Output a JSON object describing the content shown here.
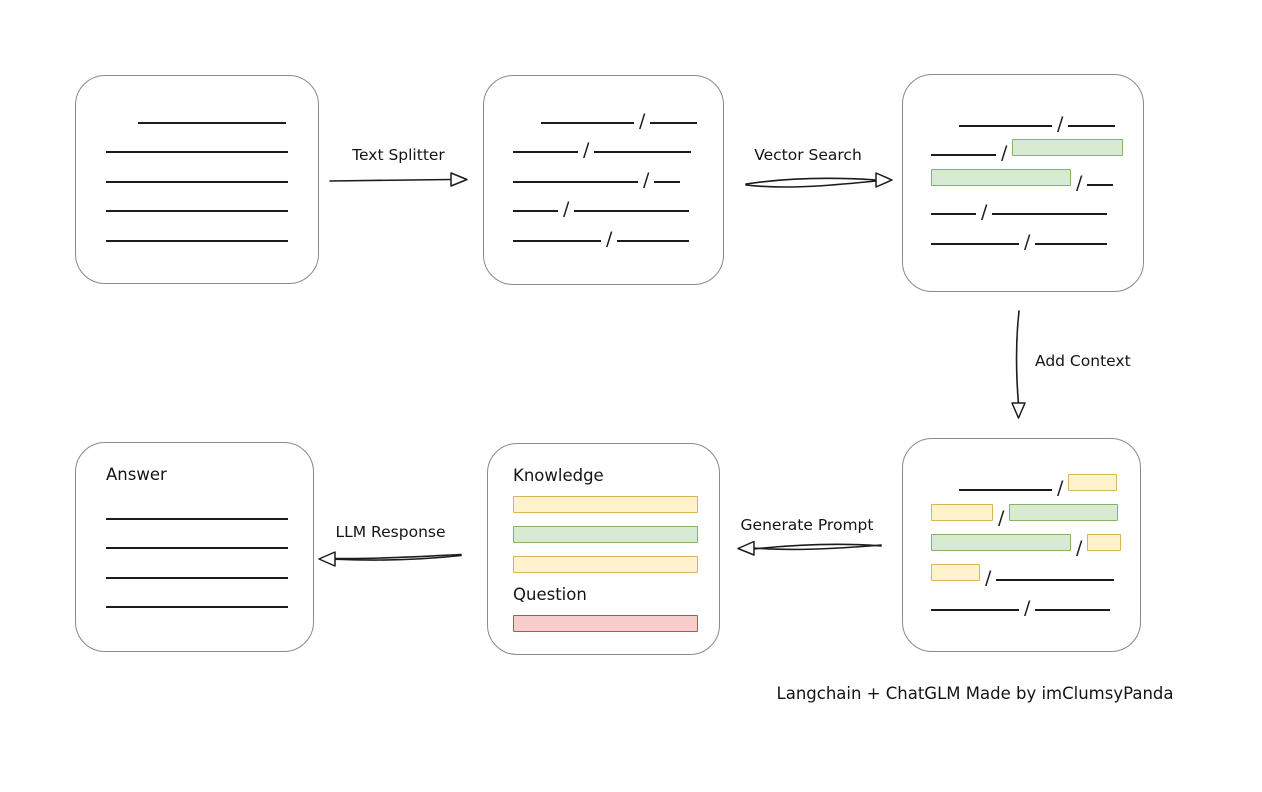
{
  "caption": "Langchain + ChatGLM Made by imClumsyPanda",
  "labels": {
    "text_splitter": "Text Splitter",
    "vector_search": "Vector Search",
    "add_context": "Add Context",
    "generate_prompt": "Generate Prompt",
    "llm_response": "LLM Response"
  },
  "colors": {
    "green_fill": "#d9ead3",
    "green_border": "#82b366",
    "yellow_fill": "#fff2cc",
    "yellow_border": "#d6b656",
    "red_fill": "#f8cecc",
    "red_border": "#b85450",
    "stroke": "#1c1c1c",
    "box_border": "#8a8a8a"
  },
  "boxes": {
    "document": {
      "rows": [
        {
          "indent": 32,
          "segments": [
            {
              "t": "line",
              "w": 148
            }
          ]
        },
        {
          "segments": [
            {
              "t": "line",
              "w": 182
            }
          ]
        },
        {
          "segments": [
            {
              "t": "line",
              "w": 182
            }
          ]
        },
        {
          "segments": [
            {
              "t": "line",
              "w": 182
            }
          ]
        },
        {
          "segments": [
            {
              "t": "line",
              "w": 182
            }
          ]
        }
      ]
    },
    "split_text": {
      "rows": [
        {
          "indent": 28,
          "segments": [
            {
              "t": "line",
              "w": 93
            },
            {
              "t": "slash"
            },
            {
              "t": "line",
              "w": 47
            }
          ]
        },
        {
          "segments": [
            {
              "t": "line",
              "w": 65
            },
            {
              "t": "slash"
            },
            {
              "t": "line",
              "w": 97
            }
          ]
        },
        {
          "segments": [
            {
              "t": "line",
              "w": 125
            },
            {
              "t": "slash"
            },
            {
              "t": "line",
              "w": 26
            }
          ]
        },
        {
          "segments": [
            {
              "t": "line",
              "w": 45
            },
            {
              "t": "slash"
            },
            {
              "t": "line",
              "w": 115
            }
          ]
        },
        {
          "segments": [
            {
              "t": "line",
              "w": 88
            },
            {
              "t": "slash"
            },
            {
              "t": "line",
              "w": 72
            }
          ]
        }
      ]
    },
    "matched_text": {
      "rows": [
        {
          "indent": 28,
          "segments": [
            {
              "t": "line",
              "w": 93
            },
            {
              "t": "slash"
            },
            {
              "t": "line",
              "w": 47
            }
          ]
        },
        {
          "segments": [
            {
              "t": "line",
              "w": 65
            },
            {
              "t": "slash"
            },
            {
              "t": "green",
              "w": 109
            }
          ]
        },
        {
          "segments": [
            {
              "t": "green",
              "w": 138
            },
            {
              "t": "slash"
            },
            {
              "t": "line",
              "w": 26
            }
          ]
        },
        {
          "segments": [
            {
              "t": "line",
              "w": 45
            },
            {
              "t": "slash"
            },
            {
              "t": "line",
              "w": 115
            }
          ]
        },
        {
          "segments": [
            {
              "t": "line",
              "w": 88
            },
            {
              "t": "slash"
            },
            {
              "t": "line",
              "w": 72
            }
          ]
        }
      ]
    },
    "context_text": {
      "rows": [
        {
          "indent": 28,
          "segments": [
            {
              "t": "line",
              "w": 93
            },
            {
              "t": "slash"
            },
            {
              "t": "yellow",
              "w": 47
            }
          ]
        },
        {
          "segments": [
            {
              "t": "yellow",
              "w": 60
            },
            {
              "t": "slash"
            },
            {
              "t": "green",
              "w": 107
            }
          ]
        },
        {
          "segments": [
            {
              "t": "green",
              "w": 138
            },
            {
              "t": "slash"
            },
            {
              "t": "yellow",
              "w": 32
            }
          ]
        },
        {
          "segments": [
            {
              "t": "yellow",
              "w": 47
            },
            {
              "t": "slash"
            },
            {
              "t": "line",
              "w": 118
            }
          ]
        },
        {
          "segments": [
            {
              "t": "line",
              "w": 88
            },
            {
              "t": "slash"
            },
            {
              "t": "line",
              "w": 75
            }
          ]
        }
      ]
    },
    "prompt": {
      "knowledge_label": "Knowledge",
      "question_label": "Question",
      "knowledge_bars": {
        "rows": [
          {
            "segments": [
              {
                "t": "yellow",
                "w": 183
              }
            ]
          },
          {
            "segments": [
              {
                "t": "green",
                "w": 183
              }
            ]
          },
          {
            "segments": [
              {
                "t": "yellow",
                "w": 183
              }
            ]
          }
        ]
      },
      "question_bars": {
        "rows": [
          {
            "segments": [
              {
                "t": "red",
                "w": 183
              }
            ]
          }
        ]
      }
    },
    "answer": {
      "label": "Answer",
      "rows": [
        {
          "segments": [
            {
              "t": "line",
              "w": 182
            }
          ]
        },
        {
          "segments": [
            {
              "t": "line",
              "w": 182
            }
          ]
        },
        {
          "segments": [
            {
              "t": "line",
              "w": 182
            }
          ]
        },
        {
          "segments": [
            {
              "t": "line",
              "w": 182
            }
          ]
        }
      ]
    }
  }
}
